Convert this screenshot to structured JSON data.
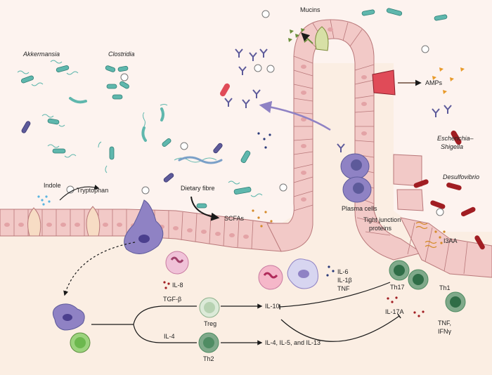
{
  "labels": {
    "akkermansia": "Akkermansia",
    "clostridia": "Clostridia",
    "mucins": "Mucins",
    "amps": "AMPs",
    "escherichia_line1": "Escherichia–",
    "escherichia_line2": "Shigella",
    "desulfovibrio": "Desulfovibrio",
    "indole": "Indole",
    "tryptophan": "Tryptophan",
    "dietary_fibre": "Dietary fibre",
    "scfas": "SCFAs",
    "plasma_cells": "Plasma cells",
    "tight_junction_line1": "Tight junction",
    "tight_junction_line2": "proteins",
    "i3aa": "I3AA",
    "il8": "IL-8",
    "il6": "IL-6",
    "il1b": "IL-1β",
    "tnf": "TNF",
    "tgfb": "TGF-β",
    "treg": "Treg",
    "il10": "IL-10",
    "il4": "IL-4",
    "th2": "Th2",
    "il4513": "IL-4, IL-5, and IL-13",
    "th17": "Th17",
    "th1": "Th1",
    "il17a": "IL-17A",
    "tnf2": "TNF,",
    "ifng": "IFNγ"
  },
  "colors": {
    "lumen": "#fdf3ef",
    "lamina": "#fbeee3",
    "epithelium": "#f2c9c7",
    "epithelium_border": "#b9787a",
    "nucleus": "#e3a3a6",
    "bacteria_teal": "#5fb7ad",
    "bacteria_red": "#a11d22",
    "immune_purple": "#8f82c4",
    "th_green": "#4f8c63",
    "arrow": "#1a1a1a"
  }
}
